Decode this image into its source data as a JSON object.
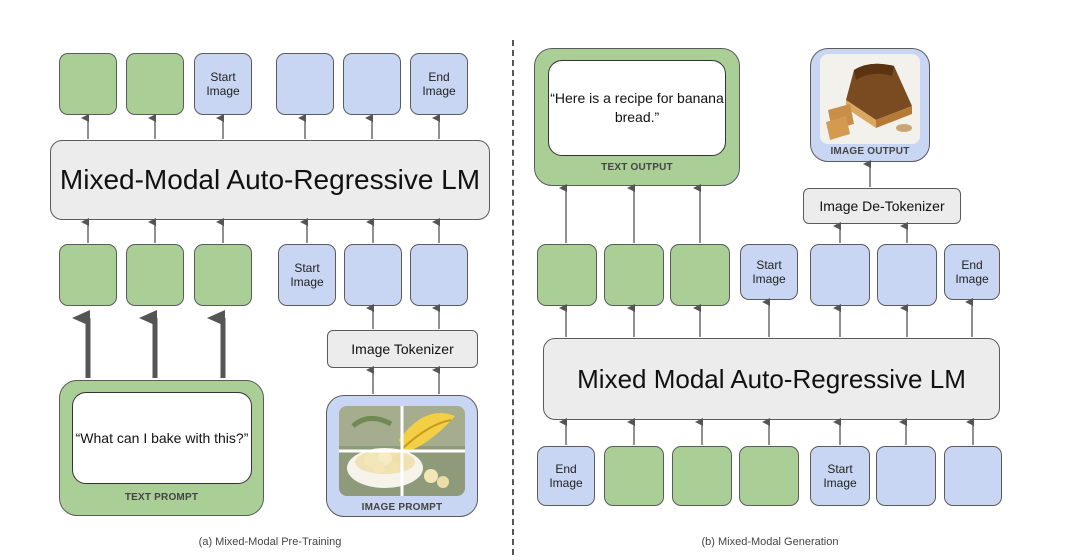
{
  "left": {
    "caption": "(a) Mixed-Modal Pre-Training",
    "lm_label": "Mixed-Modal Auto-Regressive LM",
    "top_tokens": [
      "",
      "",
      "Start\nImage",
      "",
      "",
      "End\nImage"
    ],
    "bottom_tokens": [
      "",
      "",
      "",
      "Start\nImage",
      "",
      ""
    ],
    "tokenizer_label": "Image Tokenizer",
    "text_prompt": "“What can I bake with this?”",
    "text_prompt_caption": "TEXT PROMPT",
    "image_prompt_caption": "IMAGE PROMPT"
  },
  "right": {
    "caption": "(b) Mixed-Modal Generation",
    "lm_label": "Mixed Modal Auto-Regressive LM",
    "text_output": "“Here is a recipe for banana bread.”",
    "text_output_caption": "TEXT OUTPUT",
    "image_output_caption": "IMAGE OUTPUT",
    "detokenizer_label": "Image De-Tokenizer",
    "top_tokens": [
      "",
      "",
      "",
      "Start\nImage",
      "",
      "",
      "End\nImage"
    ],
    "bottom_tokens": [
      "End\nImage",
      "",
      "",
      "",
      "Start\nImage",
      "",
      ""
    ]
  },
  "colors": {
    "text_token": "#a9cf97",
    "image_token": "#c8d6f3",
    "neutral": "#ececec"
  }
}
